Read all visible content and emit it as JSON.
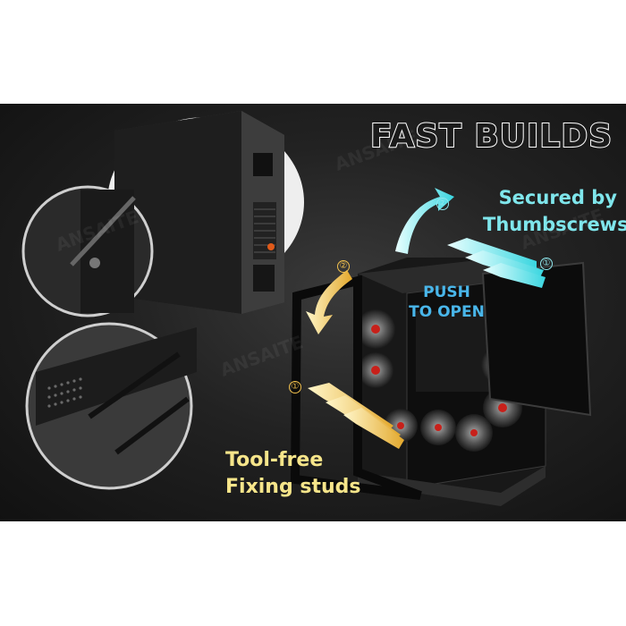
{
  "banner": {
    "headline": "FAST BUILDS",
    "secured_line1": "Secured by",
    "secured_line2": "Thumbscrews",
    "push_line1": "PUSH",
    "push_line2": "TO OPEN",
    "toolfree_line1": "Tool-free",
    "toolfree_line2": "Fixing studs",
    "steps": {
      "cyan_one": "①",
      "cyan_two": "②",
      "gold_one": "①",
      "gold_two": "②"
    },
    "watermark": "ANSAITE",
    "colors": {
      "cyan": "#7fe6ec",
      "blue": "#49b6ea",
      "gold": "#f6e58a",
      "fan_accent": "#c8201a"
    }
  }
}
